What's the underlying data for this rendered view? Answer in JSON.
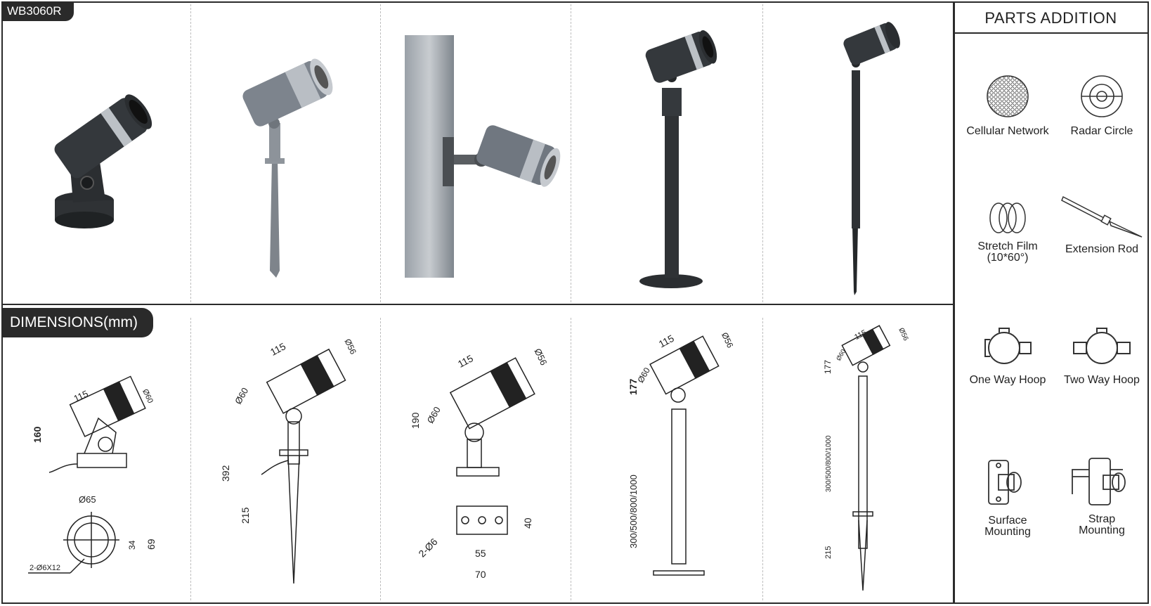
{
  "header": {
    "model": "WB3060R"
  },
  "section": {
    "dimensions_title": "DIMENSIONS(mm)"
  },
  "parts_panel": {
    "title": "PARTS ADDITION",
    "items": [
      {
        "label": "Cellular Network",
        "icon": "honeycomb-icon"
      },
      {
        "label": "Radar Circle",
        "icon": "radar-circle-icon"
      },
      {
        "label": "Stretch Film",
        "label2": "(10*60°)",
        "icon": "stretch-film-icon"
      },
      {
        "label": "Extension Rod",
        "icon": "extension-rod-icon"
      },
      {
        "label": "One Way Hoop",
        "icon": "one-way-hoop-icon"
      },
      {
        "label": "Two Way Hoop",
        "icon": "two-way-hoop-icon"
      },
      {
        "label": "Surface",
        "label2": "Mounting",
        "icon": "surface-mounting-icon"
      },
      {
        "label": "Strap",
        "label2": "Mounting",
        "icon": "strap-mounting-icon"
      }
    ]
  },
  "colors": {
    "dark_body": "#2f3235",
    "silver_body": "#7d848d",
    "ring": "#b9bec4",
    "frame": "#2b2b2b"
  },
  "dimensions": {
    "d1": {
      "len": "115",
      "dia": "Ø60",
      "height": "160",
      "base_dia": "Ø65",
      "base_h": "69",
      "base_w": "34",
      "holes": "2-Ø6X12"
    },
    "d2": {
      "len": "115",
      "dia_front": "Ø56",
      "dia_back": "Ø60",
      "total": "392",
      "spike": "215"
    },
    "d3": {
      "len": "115",
      "dia_front": "Ø56",
      "dia_back": "Ø60",
      "height": "190",
      "holes": "2-Ø6",
      "w1": "55",
      "w2": "70",
      "h": "40"
    },
    "d4": {
      "len": "115",
      "dia_front": "Ø56",
      "dia_back": "Ø60",
      "head": "177",
      "pole": "300/500/800/1000"
    },
    "d5": {
      "len": "115",
      "dia_front": "Ø56",
      "dia_back": "Ø60",
      "head": "177",
      "pole": "300/500/800/1000",
      "spike": "215"
    }
  }
}
